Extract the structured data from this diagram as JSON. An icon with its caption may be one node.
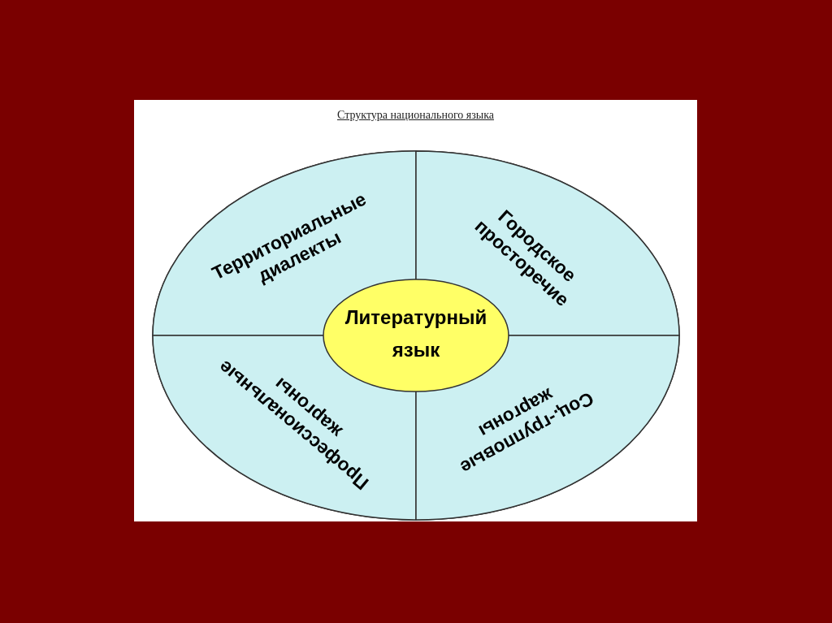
{
  "diagram": {
    "title": "Структура национального языка",
    "nodes": [
      {
        "text": [],
        "shape": "ellipse"
      },
      {
        "text": [
          "Территориальные диалекты"
        ],
        "in": 0
      },
      {
        "text": [
          "Городское просторечие"
        ],
        "in": 0
      },
      {
        "text": [
          "Профессиональные жаргоны"
        ],
        "in": 0
      },
      {
        "text": [
          "Соц.-групповые жаргоны"
        ],
        "in": 0
      },
      {
        "text": [
          "Литературный язык"
        ],
        "in": 0
      }
    ],
    "edges": []
  }
}
